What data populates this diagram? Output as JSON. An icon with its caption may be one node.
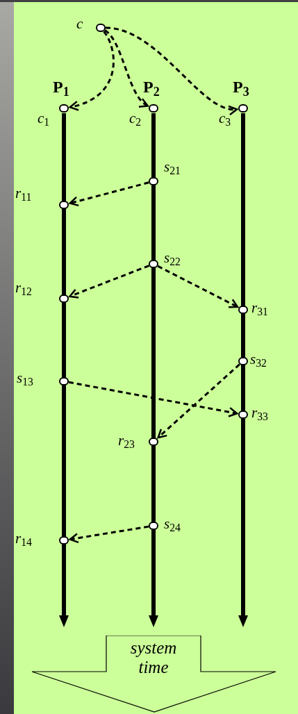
{
  "diagram": {
    "nodes": [
      {
        "text": [],
        "shape": "circle",
        "beside": [
          "*c*"
        ]
      },
      {
        "text": [],
        "shape": "circle",
        "beside": [
          "*c*$_{1}$"
        ]
      },
      {
        "text": [],
        "shape": "circle",
        "beside": [
          "*c*$_{2}$"
        ]
      },
      {
        "text": [],
        "shape": "circle",
        "beside": [
          "*c*$_{3}$"
        ]
      },
      {
        "text": [],
        "shape": "circle",
        "beside": [
          "*s*$_{21}$"
        ]
      },
      {
        "text": [],
        "shape": "circle",
        "beside": [
          "*r*$_{11}$"
        ]
      },
      {
        "text": [],
        "shape": "circle",
        "beside": [
          "*s*$_{22}$"
        ]
      },
      {
        "text": [],
        "shape": "circle",
        "beside": [
          "*r*$_{12}$"
        ]
      },
      {
        "text": [],
        "shape": "circle",
        "beside": [
          "*r*$_{31}$"
        ]
      },
      {
        "text": [],
        "shape": "circle",
        "beside": [
          "*s*$_{32}$"
        ]
      },
      {
        "text": [],
        "shape": "circle",
        "beside": [
          "*s*$_{13}$"
        ]
      },
      {
        "text": [],
        "shape": "circle",
        "beside": [
          "*r*$_{33}$"
        ]
      },
      {
        "text": [],
        "shape": "circle",
        "beside": [
          "*r*$_{23}$"
        ]
      },
      {
        "text": [],
        "shape": "circle",
        "beside": [
          "*s*$_{24}$"
        ]
      },
      {
        "text": [],
        "shape": "circle",
        "beside": [
          "*r*$_{14}$"
        ]
      },
      {
        "text": [
          "system time"
        ]
      }
    ],
    "edges": [
      {
        "from": 0,
        "to": 1,
        "arrow": "to",
        "style": "dashed"
      },
      {
        "from": 0,
        "to": 2,
        "arrow": "to",
        "style": "dashed"
      },
      {
        "from": 0,
        "to": 3,
        "arrow": "to",
        "style": "dashed"
      },
      {
        "from": 4,
        "to": 5,
        "arrow": "to",
        "style": "dashed"
      },
      {
        "from": 6,
        "to": 7,
        "arrow": "to",
        "style": "dashed"
      },
      {
        "from": 6,
        "to": 8,
        "arrow": "to",
        "style": "dashed"
      },
      {
        "from": 10,
        "to": 11,
        "arrow": "to",
        "style": "dashed"
      },
      {
        "from": 9,
        "to": 12,
        "arrow": "to",
        "style": "dashed"
      },
      {
        "from": 13,
        "to": 14,
        "arrow": "to",
        "style": "dashed"
      }
    ],
    "labels": [
      "P$_{1}$",
      "P$_{2}$",
      "P$_{3}$"
    ]
  }
}
